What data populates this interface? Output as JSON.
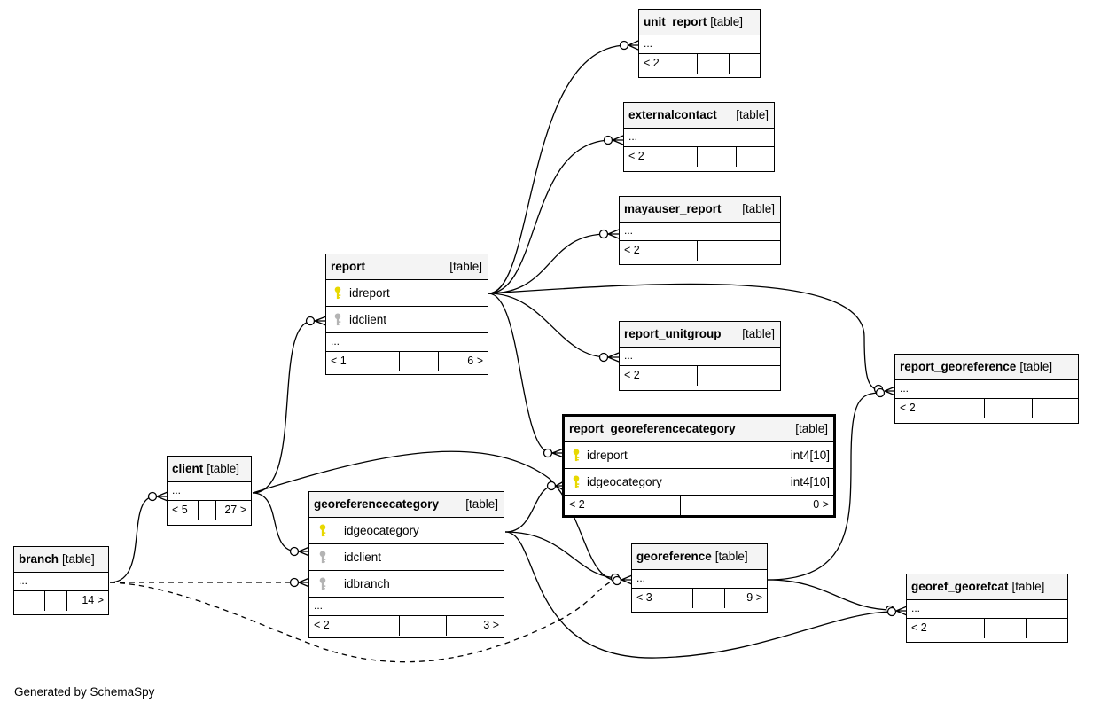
{
  "footer": "Generated by SchemaSpy",
  "colors": {
    "primary_key": "#e8d800",
    "foreign_key": "#b4b4b4",
    "header_bg": "#f4f4f4"
  },
  "tables": {
    "unit_report": {
      "name": "unit_report",
      "tag": "[table]",
      "ellipsis": "...",
      "parents": "< 2"
    },
    "externalcontact": {
      "name": "externalcontact",
      "tag": "[table]",
      "ellipsis": "...",
      "parents": "< 2"
    },
    "mayauser_report": {
      "name": "mayauser_report",
      "tag": "[table]",
      "ellipsis": "...",
      "parents": "< 2"
    },
    "report_unitgroup": {
      "name": "report_unitgroup",
      "tag": "[table]",
      "ellipsis": "...",
      "parents": "< 2"
    },
    "report": {
      "name": "report",
      "tag": "[table]",
      "col1": "idreport",
      "col2": "idclient",
      "ellipsis": "...",
      "parents": "< 1",
      "children": "6 >"
    },
    "report_georeference": {
      "name": "report_georeference",
      "tag": "[table]",
      "ellipsis": "...",
      "parents": "< 2"
    },
    "report_georeferencecategory": {
      "name": "report_georeferencecategory",
      "tag": "[table]",
      "col1": "idreport",
      "type1": "int4[10]",
      "col2": "idgeocategory",
      "type2": "int4[10]",
      "parents": "< 2",
      "children": "0 >"
    },
    "client": {
      "name": "client",
      "tag": "[table]",
      "ellipsis": "...",
      "parents": "< 5",
      "children": "27 >"
    },
    "georeferencecategory": {
      "name": "georeferencecategory",
      "tag": "[table]",
      "col1": "idgeocategory",
      "col2": "idclient",
      "col3": "idbranch",
      "ellipsis": "...",
      "parents": "< 2",
      "children": "3 >"
    },
    "georeference": {
      "name": "georeference",
      "tag": "[table]",
      "ellipsis": "...",
      "parents": "< 3",
      "children": "9 >"
    },
    "georef_georefcat": {
      "name": "georef_georefcat",
      "tag": "[table]",
      "ellipsis": "...",
      "parents": "< 2"
    },
    "branch": {
      "name": "branch",
      "tag": "[table]",
      "ellipsis": "...",
      "children": "14 >"
    }
  }
}
